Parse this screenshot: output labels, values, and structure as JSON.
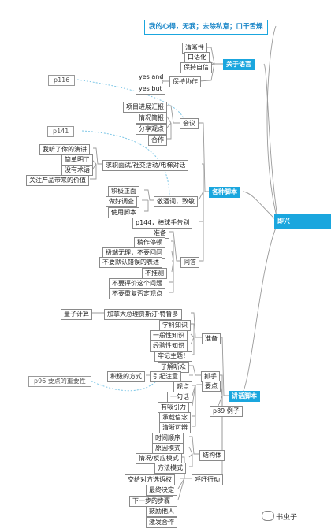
{
  "title": "我的心得，无我；去除私意；口干舌燥",
  "root": "即兴",
  "branches": {
    "language": {
      "label": "关于语言",
      "items": [
        "清晰性",
        "口语化",
        "保持自信",
        "保持协作"
      ],
      "sub": [
        "yes and",
        "yes but"
      ],
      "note": "p116"
    },
    "scripts": {
      "label": "各种脚本",
      "meeting": {
        "label": "会议",
        "items": [
          "项目进展汇报",
          "情况简报",
          "分享观点",
          "合作"
        ]
      },
      "interview": {
        "label": "求职面试/社交活动/电梯对话",
        "items": [
          "我听了你的演讲",
          "简单明了",
          "没有术语",
          "关注产品带来的价值"
        ],
        "note": "p141"
      },
      "toast": {
        "label": "敬酒词，致敬",
        "items": [
          "积极正面",
          "做好调查",
          "使用脚本"
        ]
      },
      "p144": "p144，棒球手告别",
      "qa": {
        "label": "问答",
        "items": [
          "准备",
          "稍作停顿",
          "极端无理，不要回问",
          "不要默认错误的表述",
          "不推测",
          "不要评价这个问题",
          "不要重复否定观点"
        ]
      }
    },
    "speech": {
      "label": "讲话脚本",
      "prepare": {
        "label": "准备",
        "items": [
          "加拿大总理贾斯汀·特鲁多",
          "学科知识",
          "一般性知识",
          "经验性知识",
          "牢记主题！"
        ],
        "quantum": "量子计算"
      },
      "grab": {
        "label": "抓手",
        "items": [
          "了解听众",
          "引起注意"
        ],
        "positive": "积极的方式",
        "note": "p96 要点的重要性"
      },
      "points": {
        "label": "要点",
        "items": [
          "观点",
          "一句话",
          "有吸引力",
          "承载信念",
          "清晰可辨"
        ]
      },
      "p89": "p89 例子",
      "structure": {
        "label": "结构体",
        "items": [
          "时间顺序",
          "原因模式",
          "情况/反应模式",
          "方法模式"
        ]
      },
      "cta": {
        "label": "呼吁行动",
        "items": [
          "交给对方选语权",
          "最终决定",
          "下一步的步骤",
          "鼓励他人",
          "激发合作"
        ]
      }
    }
  },
  "watermark": "书虫子"
}
